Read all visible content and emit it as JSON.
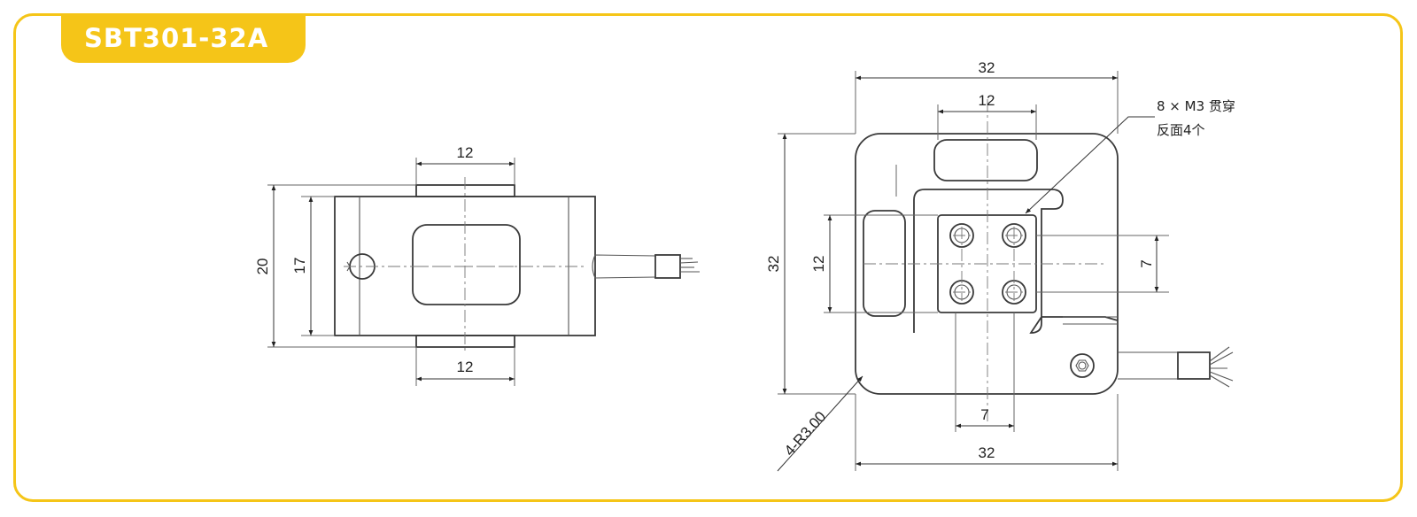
{
  "title": "SBT301-32A",
  "colors": {
    "accent": "#f5c518",
    "line": "#3a3a3a",
    "title_text": "#ffffff"
  },
  "side_view": {
    "dim_top": "12",
    "dim_bottom": "12",
    "dim_height_outer": "20",
    "dim_height_inner": "17"
  },
  "front_view": {
    "dim_top_width": "32",
    "dim_top_inner": "12",
    "dim_left_height": "32",
    "dim_hole_vertical": "12",
    "dim_hole_right": "7",
    "dim_bottom_inner": "7",
    "dim_bottom_width": "32",
    "radius_note": "4-R3.00",
    "hole_note_line1": "8 × M3 贯穿",
    "hole_note_line2": "反面4个"
  }
}
